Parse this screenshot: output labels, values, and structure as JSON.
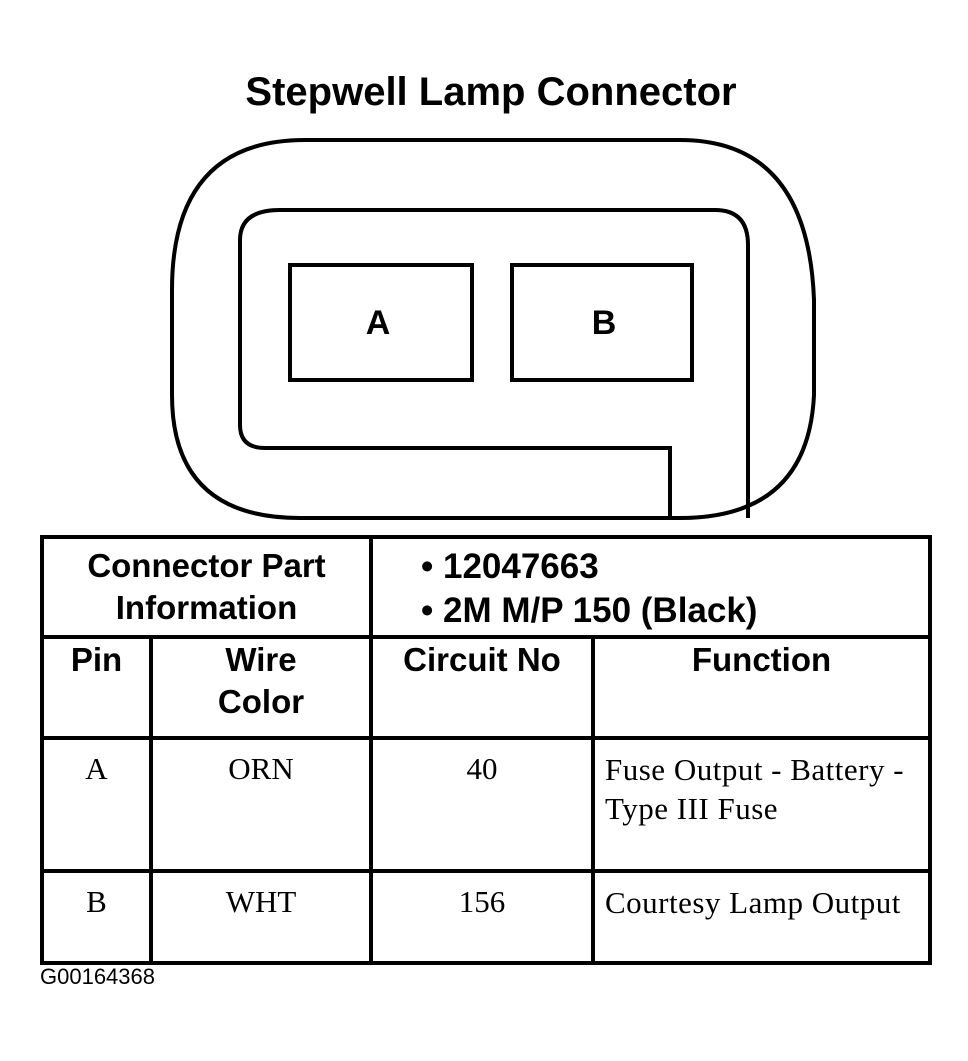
{
  "title": "Stepwell Lamp Connector",
  "connector": {
    "pins": [
      "A",
      "B"
    ]
  },
  "table": {
    "part_info_label_line1": "Connector Part",
    "part_info_label_line2": "Information",
    "part_numbers": [
      "• 12047663",
      "• 2M M/P 150 (Black)"
    ],
    "headers": {
      "pin": "Pin",
      "wire_color_line1": "Wire",
      "wire_color_line2": "Color",
      "circuit_no": "Circuit No",
      "function": "Function"
    },
    "rows": [
      {
        "pin": "A",
        "wire_color": "ORN",
        "circuit_no": "40",
        "function": "Fuse Output - Battery - Type III Fuse"
      },
      {
        "pin": "B",
        "wire_color": "WHT",
        "circuit_no": "156",
        "function": "Courtesy Lamp Output"
      }
    ]
  },
  "figure_id": "G00164368"
}
